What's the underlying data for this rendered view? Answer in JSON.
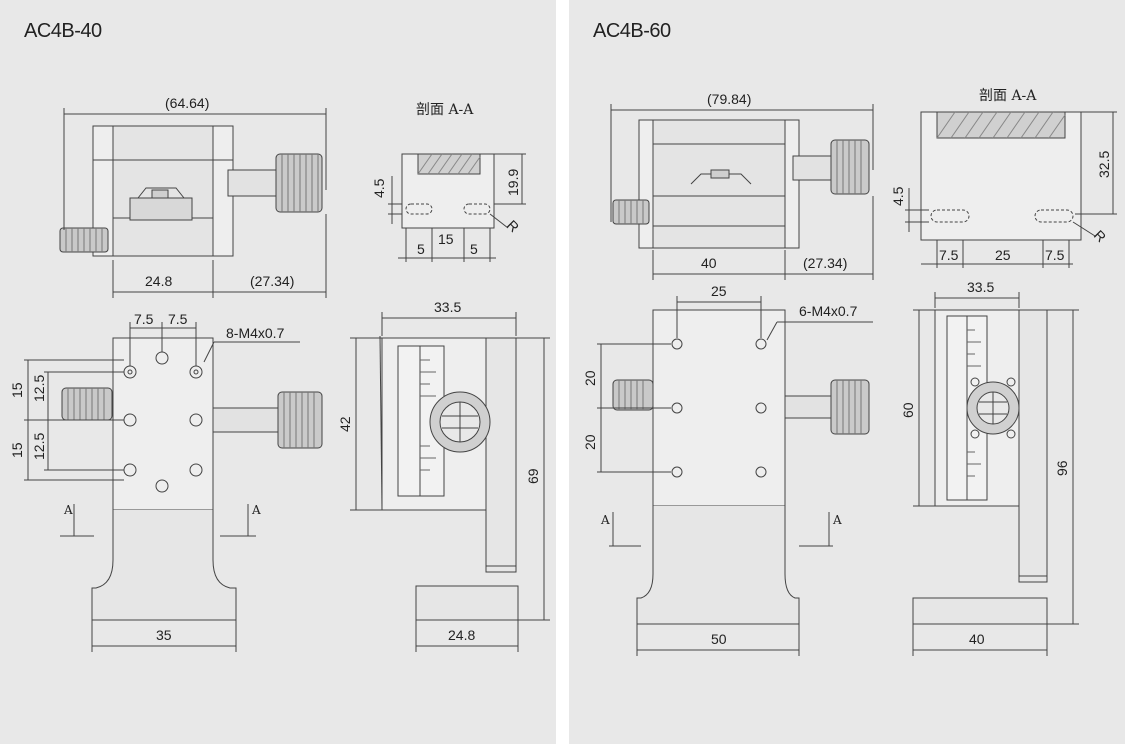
{
  "left": {
    "model": "AC4B-40",
    "section_label": "剖面 A-A",
    "top_width": "(64.64)",
    "bottom_left": "24.8",
    "bottom_right": "(27.34)",
    "sec_h1": "4.5",
    "sec_h2": "19.9",
    "sec_r": "R",
    "sec_w5a": "5",
    "sec_w15": "15",
    "sec_w5b": "5",
    "front_pitch_a": "7.5",
    "front_pitch_b": "7.5",
    "thread": "8-M4x0.7",
    "front_v15a": "15",
    "front_v125a": "12.5",
    "front_v15b": "15",
    "front_v125b": "12.5",
    "cut_a1": "A",
    "cut_a2": "A",
    "front_base": "35",
    "side_width": "33.5",
    "side_h42": "42",
    "side_h69": "69",
    "side_base": "24.8"
  },
  "right": {
    "model": "AC4B-60",
    "section_label": "剖面 A-A",
    "top_width": "(79.84)",
    "bottom_left": "40",
    "bottom_right": "(27.34)",
    "sec_h1": "4.5",
    "sec_h2": "32.5",
    "sec_r": "R",
    "sec_w75a": "7.5",
    "sec_w25": "25",
    "sec_w75b": "7.5",
    "front_pitch": "25",
    "thread": "6-M4x0.7",
    "front_v20a": "20",
    "front_v20b": "20",
    "cut_a1": "A",
    "cut_a2": "A",
    "front_base": "50",
    "side_width": "33.5",
    "side_h60": "60",
    "side_h96": "96",
    "side_base": "40"
  }
}
